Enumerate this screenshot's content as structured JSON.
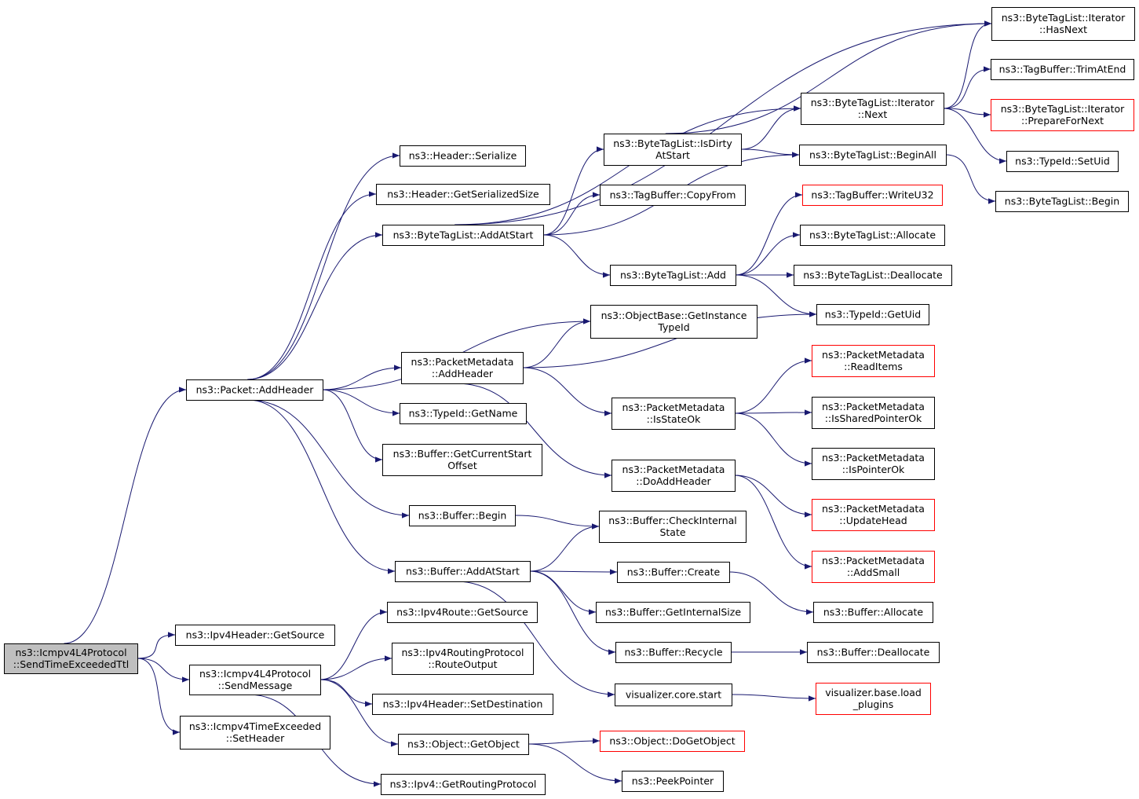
{
  "colors": {
    "edge": "#191970",
    "red_border": "#ff0000",
    "root_fill": "#bfbfbf",
    "border": "#000000"
  },
  "nodes": [
    {
      "id": "root",
      "lines": [
        "ns3::Icmpv4L4Protocol",
        "::SendTimeExceededTtl"
      ],
      "style": "root"
    },
    {
      "id": "packet_addheader",
      "lines": [
        "ns3::Packet::AddHeader"
      ]
    },
    {
      "id": "ipv4header_getsource",
      "lines": [
        "ns3::Ipv4Header::GetSource"
      ]
    },
    {
      "id": "icmp_sendmessage",
      "lines": [
        "ns3::Icmpv4L4Protocol",
        "::SendMessage"
      ]
    },
    {
      "id": "icmp_timeexceeded_setheader",
      "lines": [
        "ns3::Icmpv4TimeExceeded",
        "::SetHeader"
      ]
    },
    {
      "id": "header_serialize",
      "lines": [
        "ns3::Header::Serialize"
      ]
    },
    {
      "id": "header_getserializedsize",
      "lines": [
        "ns3::Header::GetSerializedSize"
      ]
    },
    {
      "id": "btl_addatstart",
      "lines": [
        "ns3::ByteTagList::AddAtStart"
      ]
    },
    {
      "id": "packetmetadata_addheader",
      "lines": [
        "ns3::PacketMetadata",
        "::AddHeader"
      ]
    },
    {
      "id": "typeid_getname",
      "lines": [
        "ns3::TypeId::GetName"
      ]
    },
    {
      "id": "buffer_getcurrentstartoffset",
      "lines": [
        "ns3::Buffer::GetCurrentStart",
        "Offset"
      ]
    },
    {
      "id": "buffer_begin",
      "lines": [
        "ns3::Buffer::Begin"
      ]
    },
    {
      "id": "buffer_addatstart",
      "lines": [
        "ns3::Buffer::AddAtStart"
      ]
    },
    {
      "id": "ipv4route_getsource",
      "lines": [
        "ns3::Ipv4Route::GetSource"
      ]
    },
    {
      "id": "ipv4routingprotocol_routeoutput",
      "lines": [
        "ns3::Ipv4RoutingProtocol",
        "::RouteOutput"
      ]
    },
    {
      "id": "ipv4header_setdestination",
      "lines": [
        "ns3::Ipv4Header::SetDestination"
      ]
    },
    {
      "id": "object_getobject",
      "lines": [
        "ns3::Object::GetObject"
      ]
    },
    {
      "id": "ipv4_getroutingprotocol",
      "lines": [
        "ns3::Ipv4::GetRoutingProtocol"
      ]
    },
    {
      "id": "btl_isdirtyatstart",
      "lines": [
        "ns3::ByteTagList::IsDirty",
        "AtStart"
      ]
    },
    {
      "id": "tagbuffer_copyfrom",
      "lines": [
        "ns3::TagBuffer::CopyFrom"
      ]
    },
    {
      "id": "btl_add",
      "lines": [
        "ns3::ByteTagList::Add"
      ]
    },
    {
      "id": "objectbase_getinstancetypeid",
      "lines": [
        "ns3::ObjectBase::GetInstance",
        "TypeId"
      ]
    },
    {
      "id": "packetmetadata_isstateok",
      "lines": [
        "ns3::PacketMetadata",
        "::IsStateOk"
      ]
    },
    {
      "id": "packetmetadata_doaddheader",
      "lines": [
        "ns3::PacketMetadata",
        "::DoAddHeader"
      ]
    },
    {
      "id": "buffer_checkinternalstate",
      "lines": [
        "ns3::Buffer::CheckInternal",
        "State"
      ]
    },
    {
      "id": "buffer_create",
      "lines": [
        "ns3::Buffer::Create"
      ]
    },
    {
      "id": "buffer_getinternalsize",
      "lines": [
        "ns3::Buffer::GetInternalSize"
      ]
    },
    {
      "id": "buffer_recycle",
      "lines": [
        "ns3::Buffer::Recycle"
      ]
    },
    {
      "id": "visualizer_core_start",
      "lines": [
        "visualizer.core.start"
      ]
    },
    {
      "id": "object_dogetobject",
      "lines": [
        "ns3::Object::DoGetObject"
      ],
      "style": "red"
    },
    {
      "id": "peekpointer",
      "lines": [
        "ns3::PeekPointer"
      ]
    },
    {
      "id": "btl_iterator_next",
      "lines": [
        "ns3::ByteTagList::Iterator",
        "::Next"
      ]
    },
    {
      "id": "btl_beginall",
      "lines": [
        "ns3::ByteTagList::BeginAll"
      ]
    },
    {
      "id": "tagbuffer_writeu32",
      "lines": [
        "ns3::TagBuffer::WriteU32"
      ],
      "style": "red"
    },
    {
      "id": "btl_allocate",
      "lines": [
        "ns3::ByteTagList::Allocate"
      ]
    },
    {
      "id": "btl_deallocate",
      "lines": [
        "ns3::ByteTagList::Deallocate"
      ]
    },
    {
      "id": "typeid_getuid",
      "lines": [
        "ns3::TypeId::GetUid"
      ]
    },
    {
      "id": "packetmetadata_readitems",
      "lines": [
        "ns3::PacketMetadata",
        "::ReadItems"
      ],
      "style": "red"
    },
    {
      "id": "packetmetadata_issharedpointerok",
      "lines": [
        "ns3::PacketMetadata",
        "::IsSharedPointerOk"
      ]
    },
    {
      "id": "packetmetadata_ispointerok",
      "lines": [
        "ns3::PacketMetadata",
        "::IsPointerOk"
      ]
    },
    {
      "id": "packetmetadata_updatehead",
      "lines": [
        "ns3::PacketMetadata",
        "::UpdateHead"
      ],
      "style": "red"
    },
    {
      "id": "packetmetadata_addsmall",
      "lines": [
        "ns3::PacketMetadata",
        "::AddSmall"
      ],
      "style": "red"
    },
    {
      "id": "buffer_allocate",
      "lines": [
        "ns3::Buffer::Allocate"
      ]
    },
    {
      "id": "buffer_deallocate",
      "lines": [
        "ns3::Buffer::Deallocate"
      ]
    },
    {
      "id": "visualizer_base_load_plugins",
      "lines": [
        "visualizer.base.load",
        "_plugins"
      ],
      "style": "red"
    },
    {
      "id": "btl_iterator_hasnext",
      "lines": [
        "ns3::ByteTagList::Iterator",
        "::HasNext"
      ]
    },
    {
      "id": "tagbuffer_trimatend",
      "lines": [
        "ns3::TagBuffer::TrimAtEnd"
      ]
    },
    {
      "id": "btl_iterator_preparefornext",
      "lines": [
        "ns3::ByteTagList::Iterator",
        "::PrepareForNext"
      ],
      "style": "red"
    },
    {
      "id": "typeid_setuid",
      "lines": [
        "ns3::TypeId::SetUid"
      ]
    },
    {
      "id": "btl_begin",
      "lines": [
        "ns3::ByteTagList::Begin"
      ]
    }
  ],
  "edges": [
    [
      "root",
      "packet_addheader"
    ],
    [
      "root",
      "ipv4header_getsource"
    ],
    [
      "root",
      "icmp_sendmessage"
    ],
    [
      "root",
      "icmp_timeexceeded_setheader"
    ],
    [
      "packet_addheader",
      "header_serialize"
    ],
    [
      "packet_addheader",
      "header_getserializedsize"
    ],
    [
      "packet_addheader",
      "btl_addatstart"
    ],
    [
      "packet_addheader",
      "objectbase_getinstancetypeid"
    ],
    [
      "packet_addheader",
      "packetmetadata_addheader"
    ],
    [
      "packet_addheader",
      "typeid_getname"
    ],
    [
      "packet_addheader",
      "buffer_getcurrentstartoffset"
    ],
    [
      "packet_addheader",
      "buffer_begin"
    ],
    [
      "packet_addheader",
      "buffer_addatstart"
    ],
    [
      "icmp_sendmessage",
      "ipv4route_getsource"
    ],
    [
      "icmp_sendmessage",
      "ipv4routingprotocol_routeoutput"
    ],
    [
      "icmp_sendmessage",
      "ipv4header_setdestination"
    ],
    [
      "icmp_sendmessage",
      "object_getobject"
    ],
    [
      "icmp_sendmessage",
      "ipv4_getroutingprotocol"
    ],
    [
      "btl_addatstart",
      "btl_iterator_hasnext"
    ],
    [
      "btl_addatstart",
      "btl_iterator_next"
    ],
    [
      "btl_addatstart",
      "btl_isdirtyatstart"
    ],
    [
      "btl_addatstart",
      "tagbuffer_copyfrom"
    ],
    [
      "btl_addatstart",
      "btl_beginall"
    ],
    [
      "btl_addatstart",
      "btl_add"
    ],
    [
      "packetmetadata_addheader",
      "objectbase_getinstancetypeid"
    ],
    [
      "packetmetadata_addheader",
      "typeid_getuid"
    ],
    [
      "packetmetadata_addheader",
      "packetmetadata_isstateok"
    ],
    [
      "packetmetadata_addheader",
      "packetmetadata_doaddheader"
    ],
    [
      "buffer_begin",
      "buffer_checkinternalstate"
    ],
    [
      "buffer_addatstart",
      "buffer_checkinternalstate"
    ],
    [
      "buffer_addatstart",
      "buffer_create"
    ],
    [
      "buffer_addatstart",
      "buffer_getinternalsize"
    ],
    [
      "buffer_addatstart",
      "buffer_recycle"
    ],
    [
      "buffer_addatstart",
      "visualizer_core_start"
    ],
    [
      "object_getobject",
      "object_dogetobject"
    ],
    [
      "object_getobject",
      "peekpointer"
    ],
    [
      "btl_isdirtyatstart",
      "btl_iterator_hasnext"
    ],
    [
      "btl_isdirtyatstart",
      "btl_iterator_next"
    ],
    [
      "btl_isdirtyatstart",
      "btl_beginall"
    ],
    [
      "btl_add",
      "tagbuffer_writeu32"
    ],
    [
      "btl_add",
      "btl_allocate"
    ],
    [
      "btl_add",
      "btl_deallocate"
    ],
    [
      "btl_add",
      "typeid_getuid"
    ],
    [
      "packetmetadata_isstateok",
      "packetmetadata_readitems"
    ],
    [
      "packetmetadata_isstateok",
      "packetmetadata_issharedpointerok"
    ],
    [
      "packetmetadata_isstateok",
      "packetmetadata_ispointerok"
    ],
    [
      "packetmetadata_doaddheader",
      "packetmetadata_updatehead"
    ],
    [
      "packetmetadata_doaddheader",
      "packetmetadata_addsmall"
    ],
    [
      "buffer_create",
      "buffer_allocate"
    ],
    [
      "buffer_recycle",
      "buffer_deallocate"
    ],
    [
      "visualizer_core_start",
      "visualizer_base_load_plugins"
    ],
    [
      "btl_iterator_next",
      "btl_iterator_hasnext"
    ],
    [
      "btl_iterator_next",
      "tagbuffer_trimatend"
    ],
    [
      "btl_iterator_next",
      "btl_iterator_preparefornext"
    ],
    [
      "btl_iterator_next",
      "typeid_setuid"
    ],
    [
      "btl_beginall",
      "btl_begin"
    ]
  ]
}
